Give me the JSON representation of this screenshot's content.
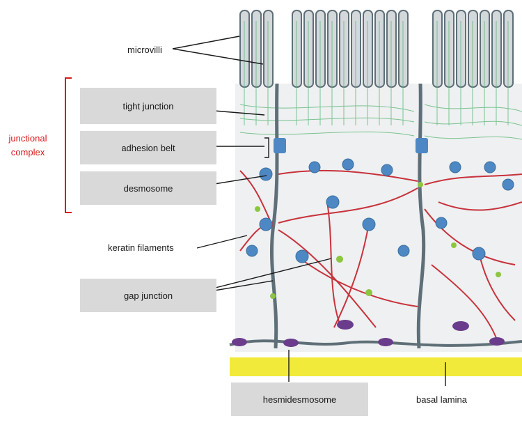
{
  "labels": {
    "microvilli": "microvilli",
    "junctional_complex_line1": "junctional",
    "junctional_complex_line2": "complex",
    "tight_junction": "tight junction",
    "adhesion_belt": "adhesion belt",
    "desmosome": "desmosome",
    "keratin_filaments": "keratin filaments",
    "gap_junction": "gap junction",
    "hemidesmosome": "hesmidesmosome",
    "basal_lamina": "basal lamina"
  },
  "colors": {
    "membrane": "#5f6f78",
    "cell_fill": "#eef0f1",
    "actin": "#5fb87a",
    "keratin": "#c8323c",
    "desmosome_plaque": "#4d88c4",
    "hemidesmosome_plaque": "#6b3c8c",
    "gap_junction": "#8cc63f",
    "basal_lamina": "#f2ea3a",
    "label_box": "#d9d9d9",
    "bracket": "#d7191c"
  }
}
